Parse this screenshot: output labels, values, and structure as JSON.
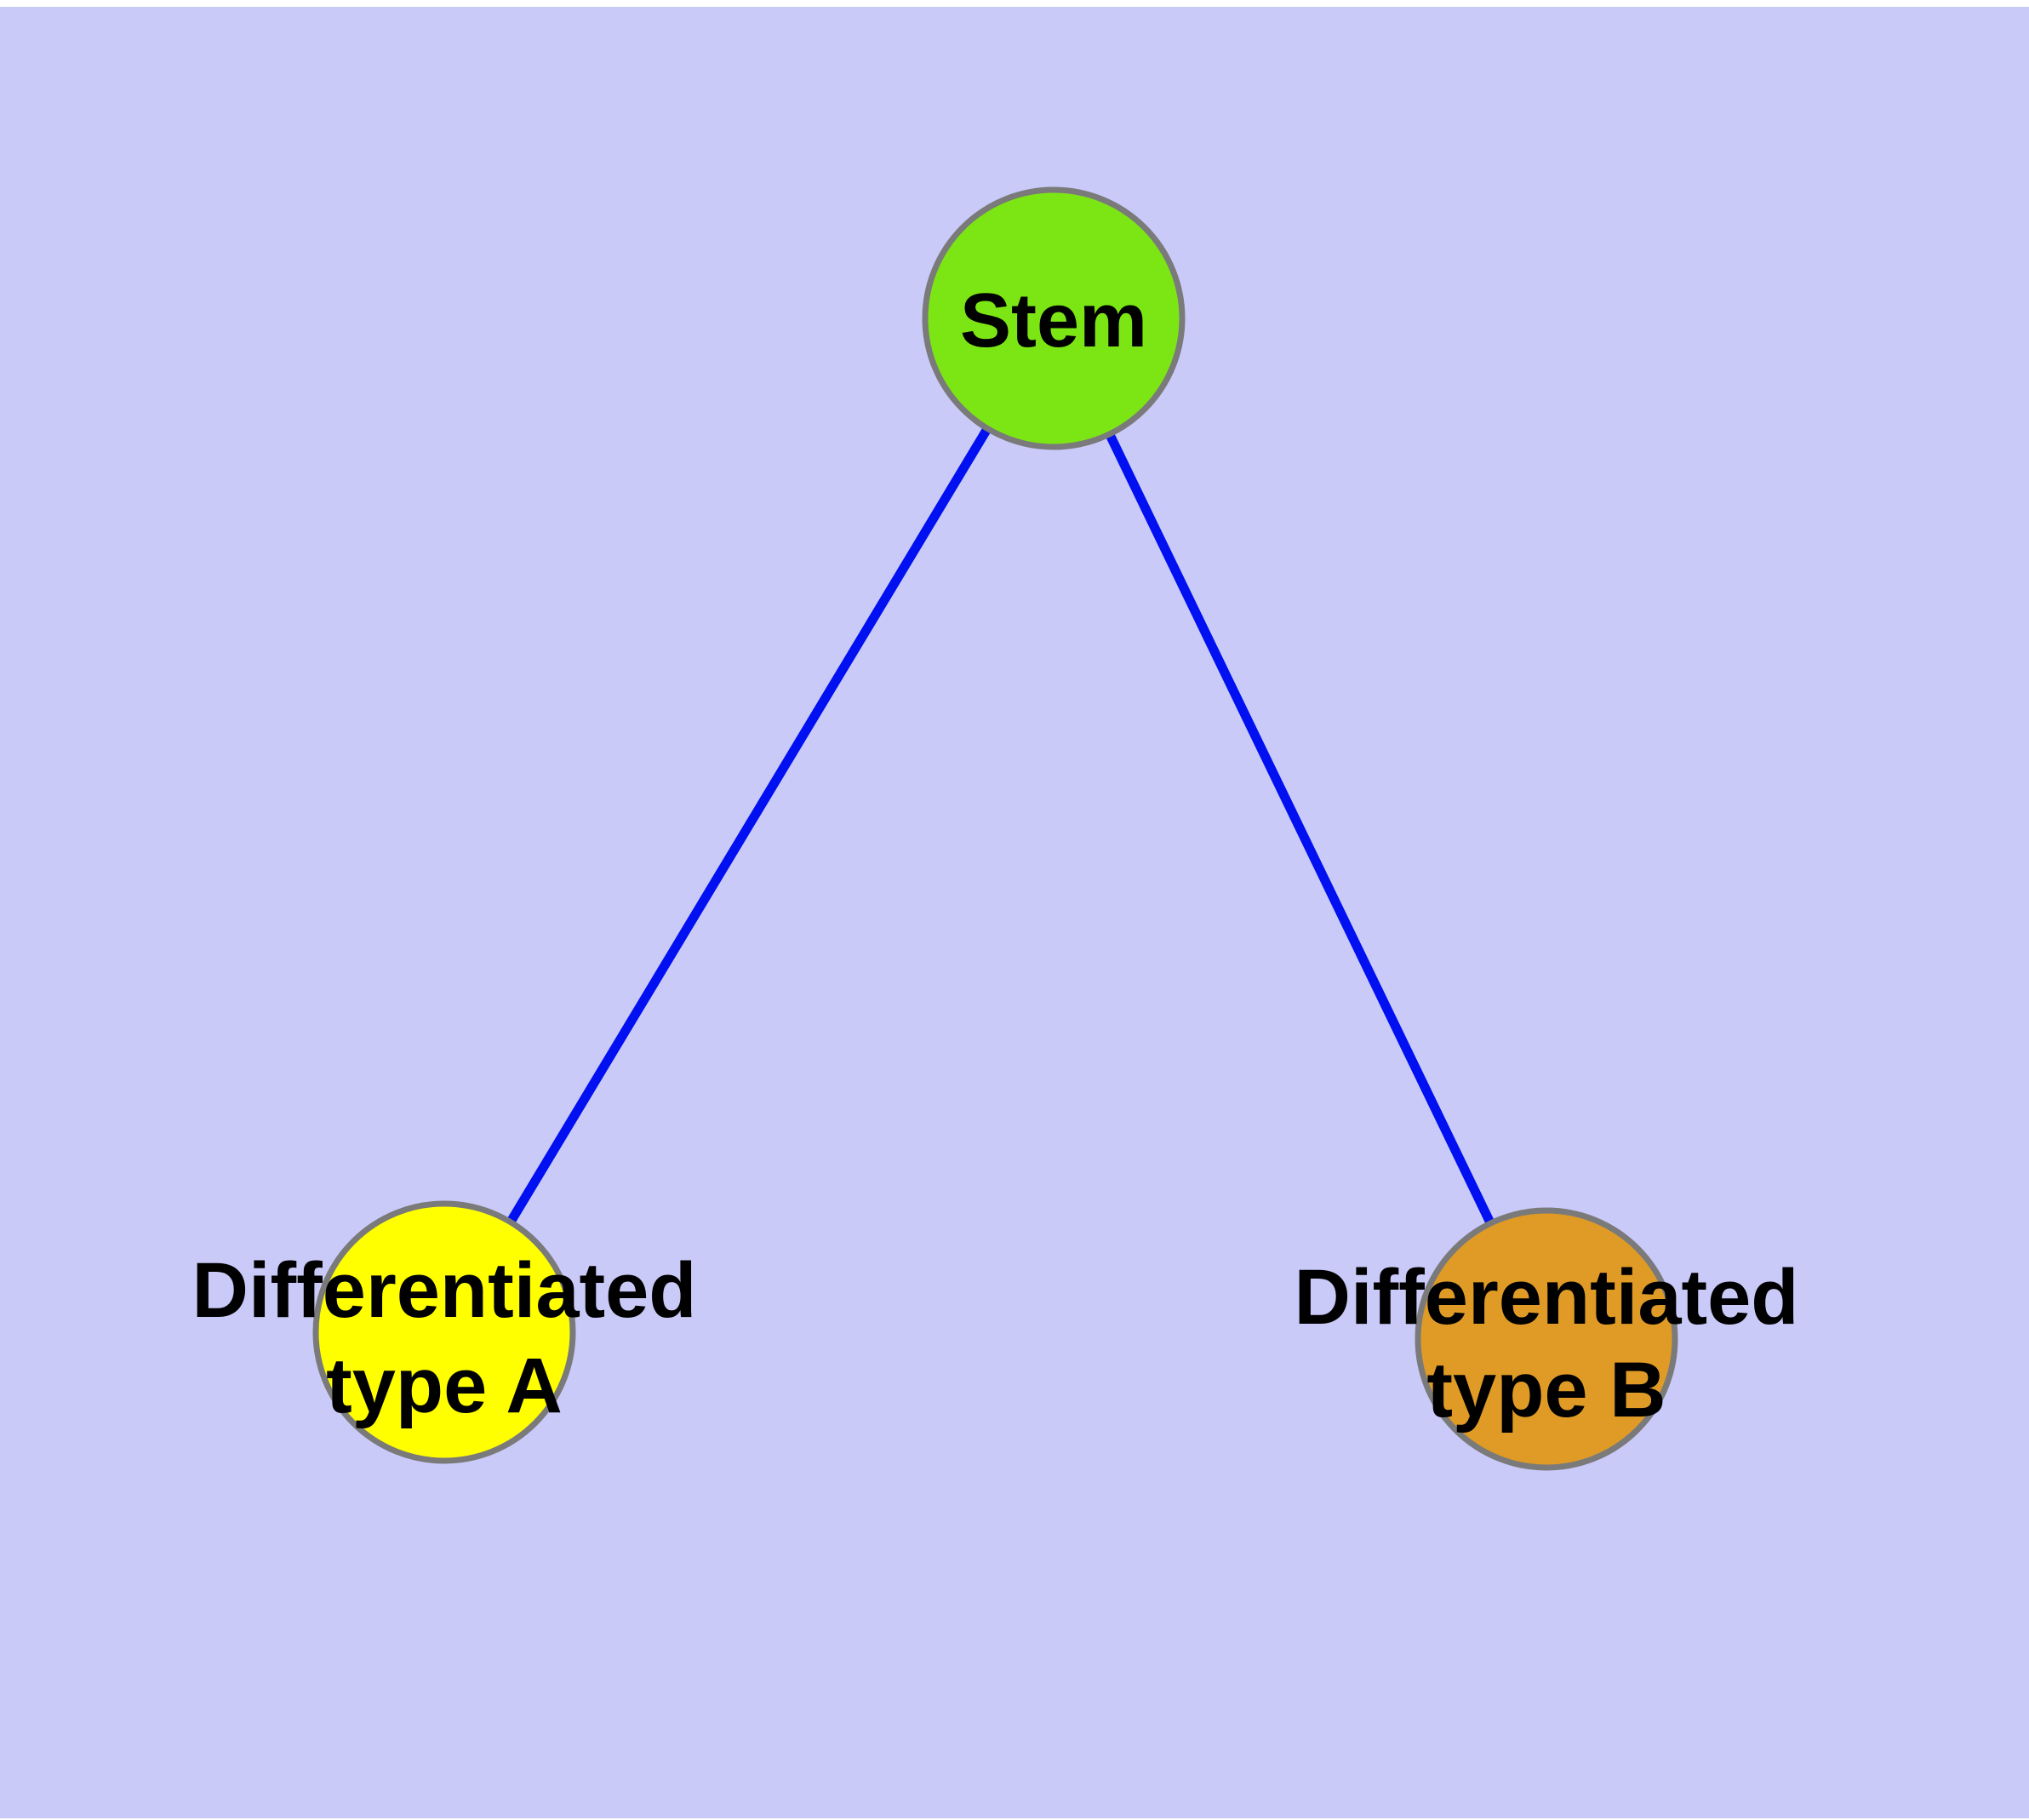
{
  "page": {
    "margin_color": "#ffffff"
  },
  "diagram": {
    "background_color": "#cacaf9",
    "edge_color": "#0010f0",
    "node_border_color": "#7a7a7a",
    "label_color": "#000000",
    "nodes": [
      {
        "id": "stem",
        "label": "Stem",
        "line1": "Stem",
        "fill": "#7ce614"
      },
      {
        "id": "differentiated-type-a",
        "label": "Differentiated type A",
        "line1": "Differentiated",
        "line2": "type A",
        "fill": "#ffff00"
      },
      {
        "id": "differentiated-type-b",
        "label": "Differentiated type B",
        "line1": "Differentiated",
        "line2": "type B",
        "fill": "#df9b26"
      }
    ],
    "edges": [
      {
        "id": "stem-to-type-a",
        "source": "Stem",
        "target": "Differentiated type A"
      },
      {
        "id": "stem-to-type-b",
        "source": "Stem",
        "target": "Differentiated type B"
      }
    ]
  }
}
